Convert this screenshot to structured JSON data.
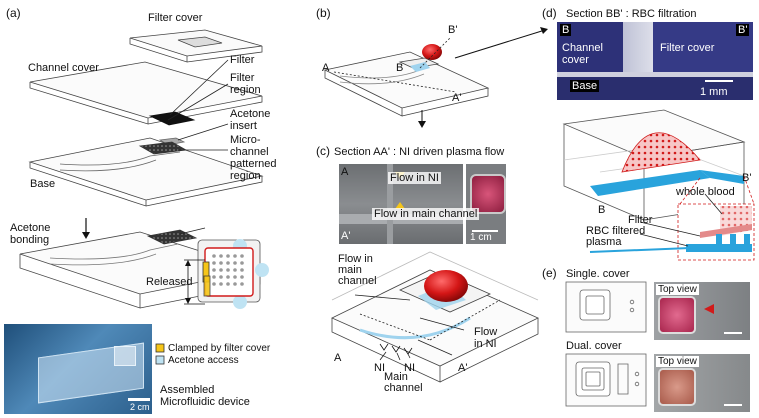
{
  "panels": {
    "a": "(a)",
    "b": "(b)",
    "c": "(c)",
    "d": "(d)",
    "e": "(e)"
  },
  "panel_a": {
    "filter_cover": "Filter cover",
    "channel_cover": "Channel cover",
    "filter": "Filter",
    "filter_region_1": "Filter",
    "filter_region_2": "region",
    "acetone_insert_1": "Acetone",
    "acetone_insert_2": "insert",
    "micro_1": "Micro-",
    "micro_2": "channel",
    "micro_3": "patterned",
    "micro_4": "region",
    "base": "Base",
    "acetone_bonding_1": "Acetone",
    "acetone_bonding_2": "bonding",
    "released": "Released",
    "legend_clamped": "Clamped by filter cover",
    "legend_acetone": "Acetone access",
    "assembled_1": "Assembled",
    "assembled_2": "Microfluidic device",
    "scale": "2 cm"
  },
  "panel_b": {
    "b_prime": "B'",
    "b": "B",
    "a": "A",
    "a_prime": "A'"
  },
  "panel_c": {
    "title": "Section AA' : NI driven plasma flow",
    "a": "A",
    "a_prime": "A'",
    "flow_ni": "Flow in NI",
    "flow_main": "Flow in main channel",
    "scale": "1 cm",
    "diag_flow_main_1": "Flow in",
    "diag_flow_main_2": "main",
    "diag_flow_main_3": "channel",
    "diag_flow_ni_1": "Flow",
    "diag_flow_ni_2": "in NI",
    "diag_a": "A",
    "diag_a_prime": "A'",
    "ni_left": "NI",
    "ni_right": "NI",
    "main_channel_1": "Main",
    "main_channel_2": "channel"
  },
  "panel_d": {
    "title": "Section BB' : RBC filtration",
    "b": "B",
    "b_prime": "B'",
    "channel_cover_1": "Channel",
    "channel_cover_2": "cover",
    "filter_cover": "Filter cover",
    "base": "Base",
    "scale": "1 mm",
    "whole_blood": "whole blood",
    "diag_b": "B",
    "diag_b_prime": "B'",
    "filter": "Filter",
    "rbc_1": "RBC filtered",
    "rbc_2": "plasma"
  },
  "panel_e": {
    "single": "Single. cover",
    "dual": "Dual. cover",
    "top_view_1": "Top view",
    "top_view_2": "Top view"
  },
  "colors": {
    "blood_red": "#d11a1a",
    "plasma_blue": "#29a3dc",
    "clamp_yellow": "#f5c518",
    "acetone_blue": "#bfe3f3"
  }
}
